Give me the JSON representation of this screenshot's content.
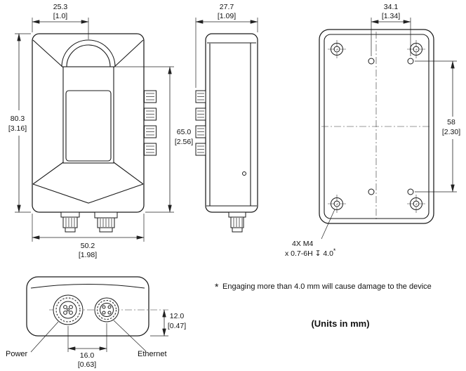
{
  "front": {
    "dim_top_mm": "25.3",
    "dim_top_in": "[1.0]",
    "dim_height_mm": "80.3",
    "dim_height_in": "[3.16]",
    "dim_face_mm": "65.0",
    "dim_face_in": "[2.56]",
    "dim_width_mm": "50.2",
    "dim_width_in": "[1.98]"
  },
  "side": {
    "dim_depth_mm": "27.7",
    "dim_depth_in": "[1.09]"
  },
  "back": {
    "dim_hole_x_mm": "34.1",
    "dim_hole_x_in": "[1.34]",
    "dim_hole_y_mm": "58",
    "dim_hole_y_in": "[2.30]",
    "thread_line1": "4X M4",
    "thread_line2": "x 0.7-6H ↧ 4.0",
    "thread_star": "*"
  },
  "bottom": {
    "dim_offset_mm": "12.0",
    "dim_offset_in": "[0.47]",
    "dim_pitch_mm": "16.0",
    "dim_pitch_in": "[0.63]",
    "power_label": "Power",
    "ethernet_label": "Ethernet"
  },
  "notes": {
    "footnote_star": "*",
    "footnote": "Engaging more than 4.0 mm will cause damage to the device",
    "units": "(Units in mm)"
  }
}
